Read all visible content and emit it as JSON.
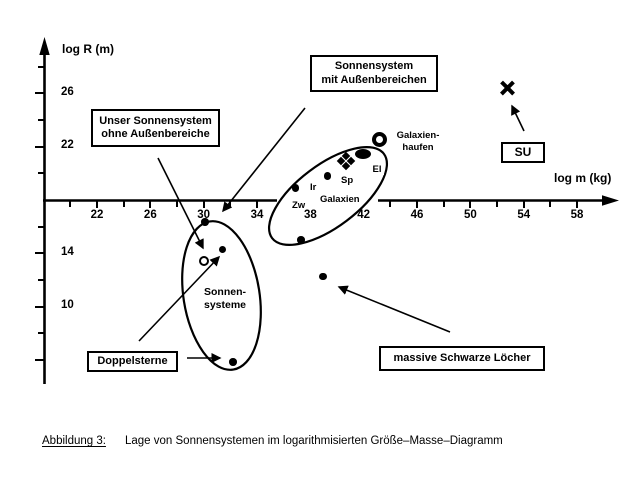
{
  "caption": {
    "label": "Abbildung 3:",
    "text": "Lage von Sonnensystemen im logarithmisierten Größe–Masse–Diagramm"
  },
  "axes": {
    "x_label": "log m (kg)",
    "y_label": "log R (m)"
  },
  "boxes": {
    "mit": {
      "line1": "Sonnensystem",
      "line2": "mit Außenbereichen"
    },
    "ohne": {
      "line1": "Unser Sonnensystem",
      "line2": "ohne Außenbereiche"
    },
    "su": "SU",
    "doppelsterne": "Doppelsterne",
    "schwarze_loecher": "massive Schwarze Löcher"
  },
  "region_labels": {
    "zw": "Zw",
    "ir": "Ir",
    "sp": "Sp",
    "el": "El",
    "galaxien": "Galaxien",
    "galaxienhaufen_line1": "Galaxien-",
    "galaxienhaufen_line2": "haufen",
    "sonnensysteme_line1": "Sonnen-",
    "sonnensysteme_line2": "systeme"
  },
  "chart_data": {
    "type": "scatter",
    "xlabel": "log m (kg)",
    "ylabel": "log R (m)",
    "xlim": [
      18,
      60
    ],
    "ylim": [
      4,
      30
    ],
    "origin_cross": {
      "log_m": 18,
      "log_R": 18
    },
    "x_axis": {
      "labeled_ticks": [
        22,
        26,
        30,
        34,
        38,
        42,
        46,
        50,
        54,
        58
      ],
      "minor_ticks": [
        20,
        24,
        28,
        32,
        36,
        40,
        44,
        48,
        52,
        56
      ]
    },
    "y_axis": {
      "labeled_ticks": [
        26,
        22,
        14,
        10
      ],
      "unlabeled_major_ticks": [
        6
      ],
      "minor_ticks": [
        28,
        24,
        20,
        16,
        12,
        8
      ]
    },
    "groups": [
      {
        "id": "sonnensysteme",
        "label": "Sonnen-systeme"
      },
      {
        "id": "galaxien",
        "label": "Galaxien"
      }
    ],
    "points": [
      {
        "id": "sonnensystem-mit-aussenbereichen",
        "marker": "dot",
        "log_m": 30.1,
        "log_R": 16.35
      },
      {
        "id": "weiter-doppelstern",
        "marker": "dot",
        "log_m": 31.4,
        "log_R": 14.3
      },
      {
        "id": "unser-sonnensystem-ohne-aussenbereiche",
        "marker": "open-circle",
        "log_m": 30.0,
        "log_R": 13.4
      },
      {
        "id": "enger-doppelstern",
        "marker": "dot",
        "log_m": 32.2,
        "log_R": 5.85
      },
      {
        "id": "massives-schwarzes-loch",
        "marker": "dot",
        "log_m": 38.95,
        "log_R": 12.25
      },
      {
        "id": "galaxien-unterer-punkt",
        "marker": "dot",
        "log_m": 37.3,
        "log_R": 15.0
      },
      {
        "id": "zwerggalaxien",
        "marker": "dot",
        "log_m": 36.9,
        "log_R": 18.9
      },
      {
        "id": "irregulaere-galaxien",
        "marker": "dot",
        "log_m": 39.3,
        "log_R": 19.8
      },
      {
        "id": "spiralgalaxien",
        "marker": "four-diamond",
        "log_m": 40.65,
        "log_R": 20.95
      },
      {
        "id": "elliptische-galaxien",
        "marker": "filled-ellipse",
        "log_m": 41.95,
        "log_R": 21.45
      },
      {
        "id": "galaxienhaufen",
        "marker": "ring",
        "log_m": 43.15,
        "log_R": 22.55
      },
      {
        "id": "su",
        "marker": "x",
        "log_m": 52.8,
        "log_R": 26.4
      }
    ]
  }
}
